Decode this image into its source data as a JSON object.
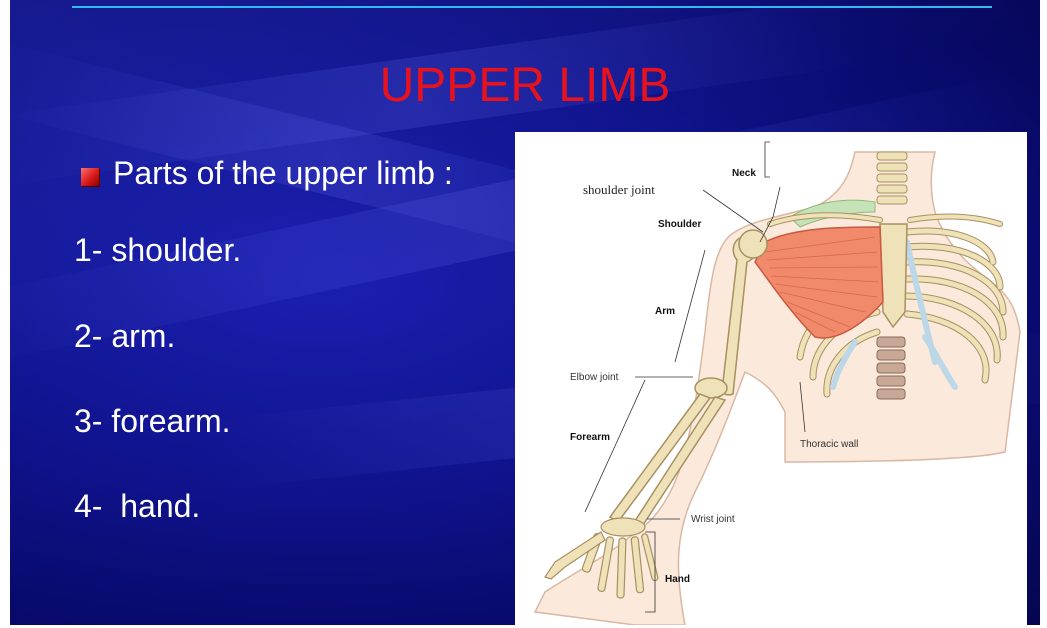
{
  "slide": {
    "title": "UPPER LIMB",
    "bullet": "Parts of the upper limb :",
    "items": [
      "1- shoulder.",
      "2- arm.",
      "3- forearm.",
      "4-  hand."
    ]
  },
  "figure": {
    "labels": {
      "shoulder_joint": "shoulder joint",
      "neck": "Neck",
      "shoulder": "Shoulder",
      "arm": "Arm",
      "elbow_joint": "Elbow joint",
      "forearm": "Forearm",
      "thoracic_wall": "Thoracic wall",
      "wrist_joint": "Wrist joint",
      "hand": "Hand"
    }
  },
  "colors": {
    "background": "#0f128a",
    "title": "#e8121f",
    "text": "#ffffff",
    "accent_line": "#33b8f0",
    "bullet": "#d81a1a",
    "bone": "#efe2b8",
    "muscle": "#f08a6a",
    "cartilage": "#bcd8e8"
  }
}
